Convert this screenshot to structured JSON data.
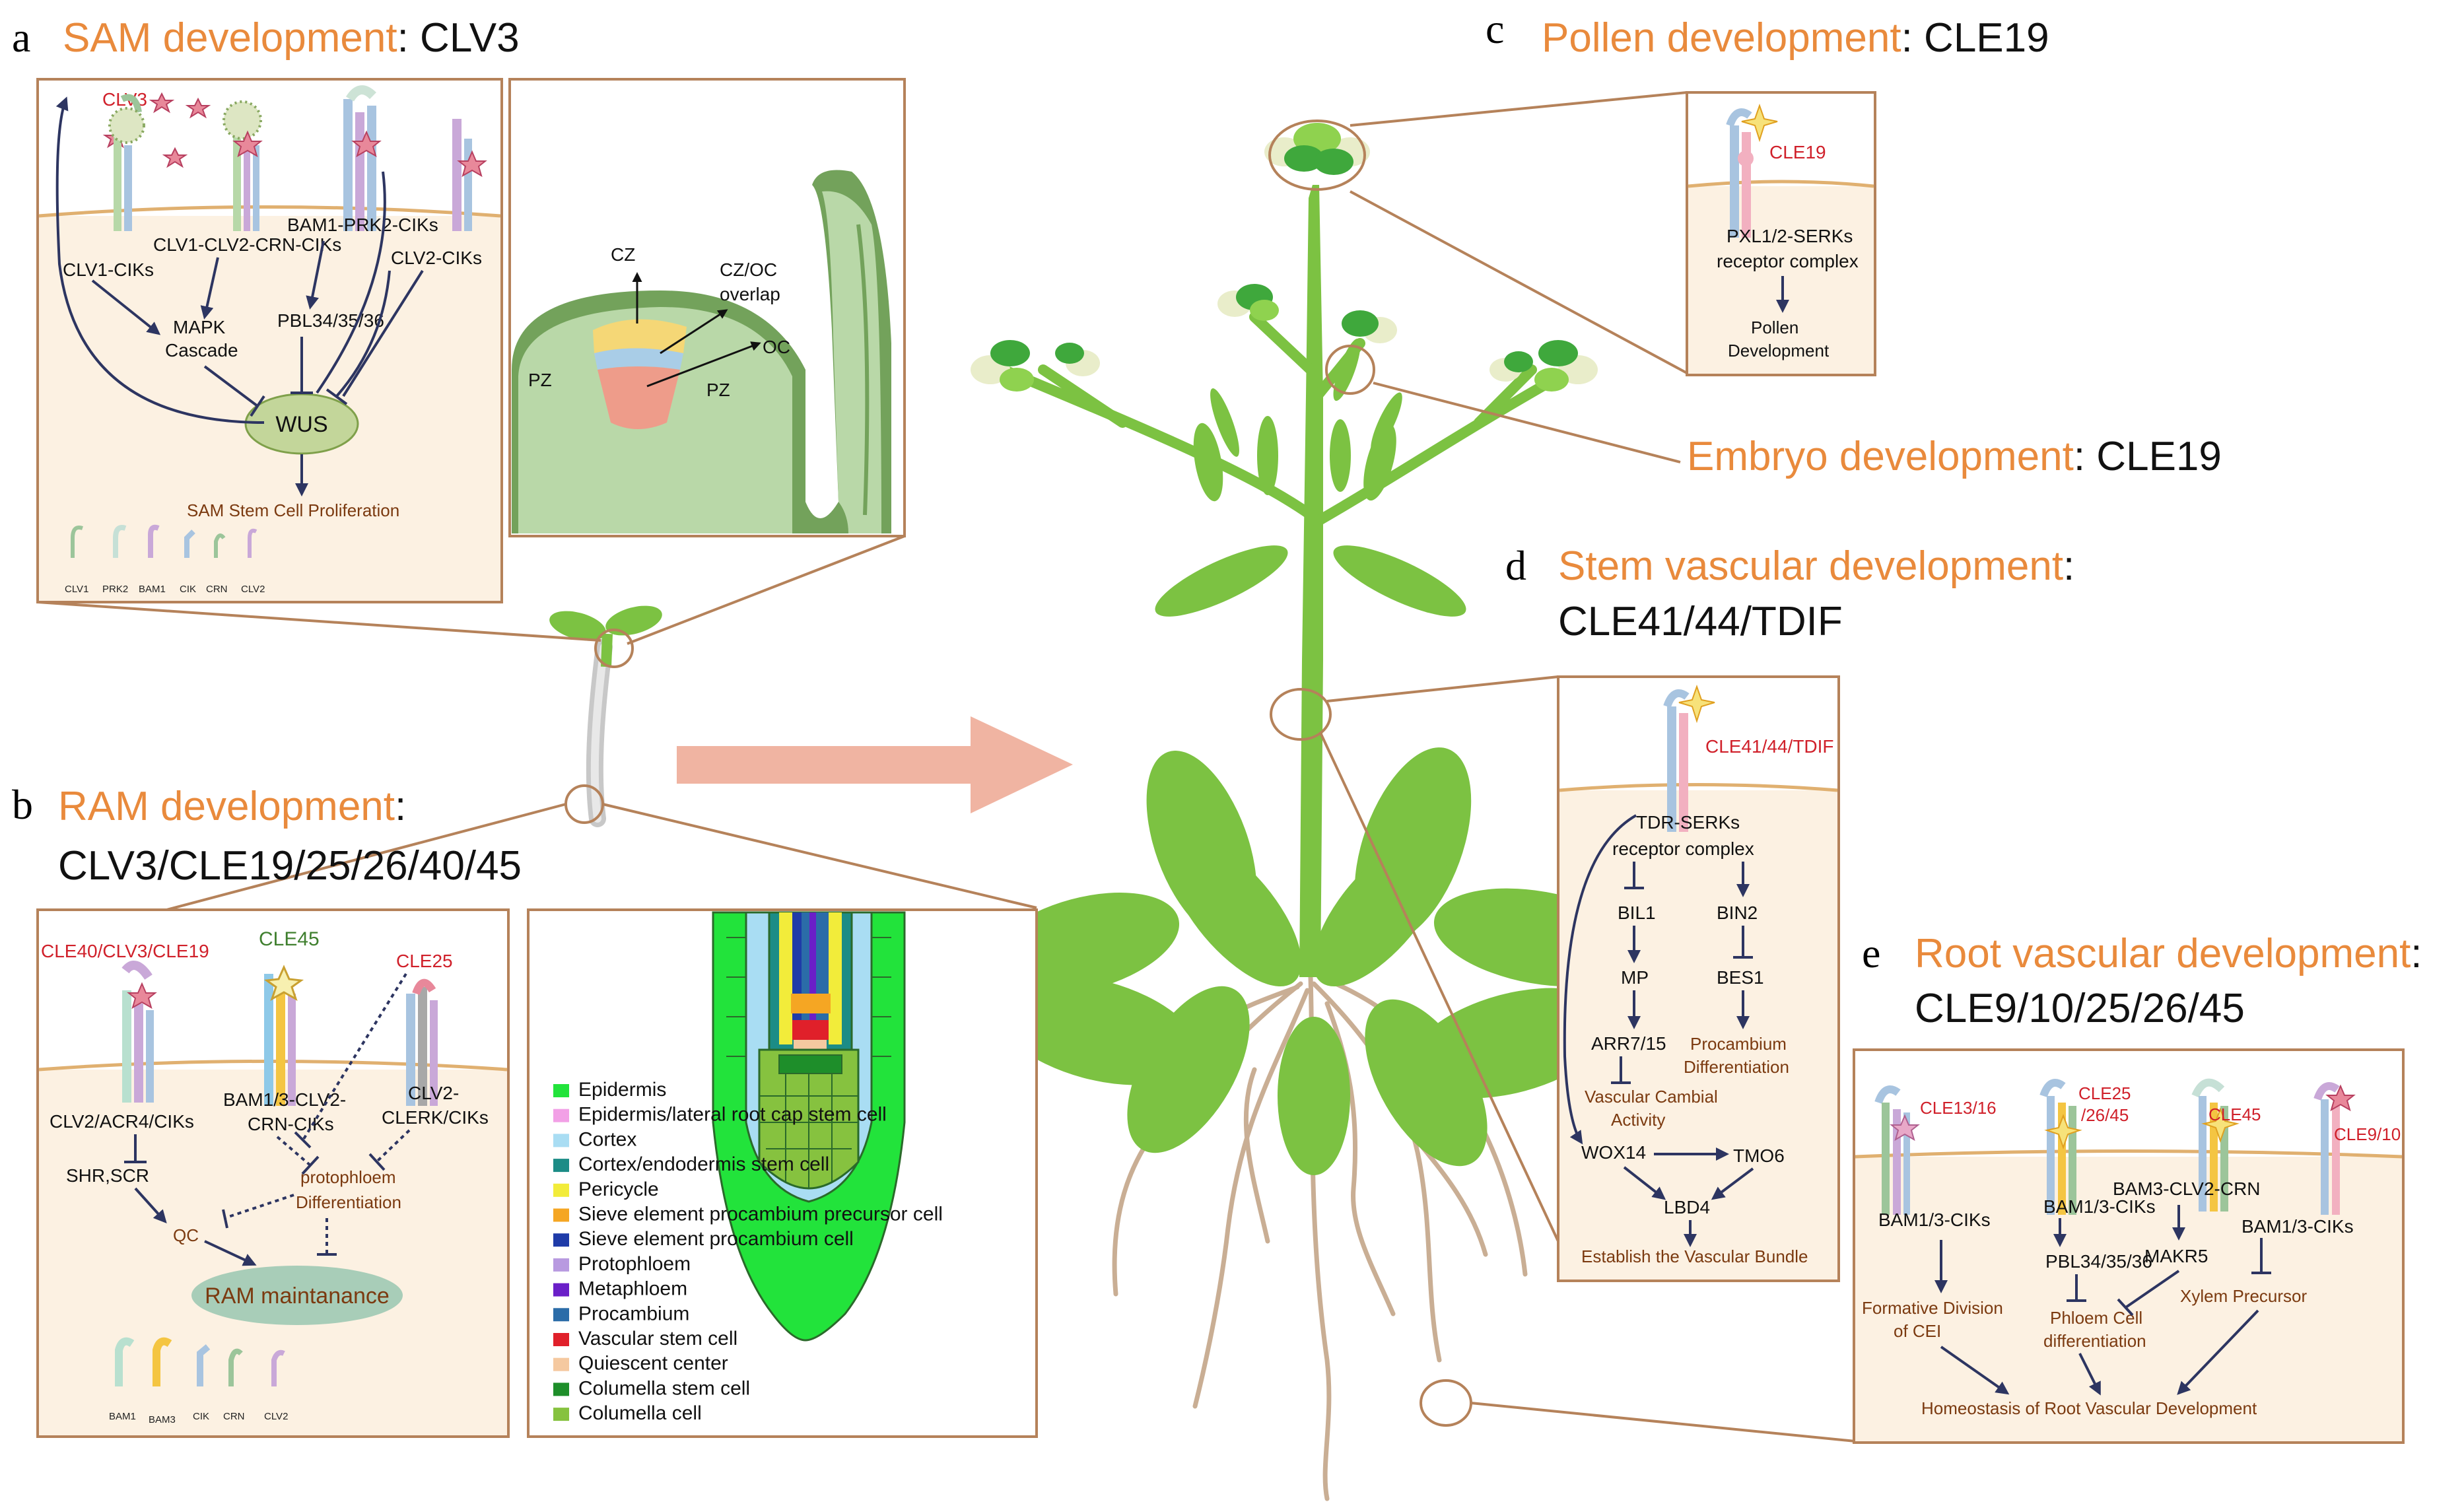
{
  "panels": {
    "a": {
      "letter": "a",
      "title": "SAM development",
      "colon": ": CLV3",
      "peptide": "CLV3",
      "receptors": [
        "CLV1-CIKs",
        "CLV1-CLV2-CRN-CIKs",
        "BAM1-PRK2-CIKs",
        "CLV2-CIKs"
      ],
      "mapk": [
        "MAPK",
        "Cascade"
      ],
      "pbl": "PBL34/35/36",
      "wus": "WUS",
      "outcome": "SAM Stem Cell Proliferation",
      "legend": [
        "CLV1",
        "PRK2",
        "BAM1",
        "CIK",
        "CRN",
        "CLV2"
      ],
      "zones": {
        "cz": "CZ",
        "czoc": [
          "CZ/OC",
          "overlap"
        ],
        "oc": "OC",
        "pz1": "PZ",
        "pz2": "PZ"
      }
    },
    "b": {
      "letter": "b",
      "title": "RAM development",
      "colon": ":",
      "line2": "CLV3/CLE19/25/26/40/45",
      "peptides": [
        "CLE40/CLV3/CLE19",
        "CLE45",
        "CLE25"
      ],
      "receptors": [
        "CLV2/ACR4/CIKs",
        [
          "BAM1/3-CLV2-",
          "CRN-CIKs"
        ],
        [
          "CLV2-",
          "CLERK/CIKs"
        ]
      ],
      "shr": "SHR,SCR",
      "qc": "QC",
      "proto": [
        "protophloem",
        "Differentiation"
      ],
      "outcome": "RAM maintanance",
      "legend": [
        "BAM1",
        "BAM3",
        "CIK",
        "CRN",
        "CLV2"
      ],
      "cell_legend": [
        {
          "label": "Epidermis",
          "color": "#22E33B"
        },
        {
          "label": "Epidermis/lateral root cap stem cell",
          "color": "#F2A0E6"
        },
        {
          "label": "Cortex",
          "color": "#A9DDF3"
        },
        {
          "label": "Cortex/endodermis stem cell",
          "color": "#1C8C86"
        },
        {
          "label": "Pericycle",
          "color": "#F2EC3A"
        },
        {
          "label": "Sieve element procambium precursor cell",
          "color": "#F5A623"
        },
        {
          "label": "Sieve element procambium cell",
          "color": "#1F3BA8"
        },
        {
          "label": "Protophloem",
          "color": "#B89AE0"
        },
        {
          "label": "Metaphloem",
          "color": "#6A1FC8"
        },
        {
          "label": "Procambium",
          "color": "#2B6CA8"
        },
        {
          "label": "Vascular stem cell",
          "color": "#E0202A"
        },
        {
          "label": "Quiescent center",
          "color": "#F5C9A0"
        },
        {
          "label": "Columella stem cell",
          "color": "#1E8E2A"
        },
        {
          "label": "Columella cell",
          "color": "#86C23F"
        }
      ]
    },
    "c": {
      "letter": "c",
      "title": "Pollen development",
      "colon": ": CLE19",
      "peptide": "CLE19",
      "receptor": [
        "PXL1/2-SERKs",
        "receptor complex"
      ],
      "outcome": [
        "Pollen",
        "Development"
      ]
    },
    "embryo": {
      "title": "Embryo development",
      "colon": ": CLE19"
    },
    "d": {
      "letter": "d",
      "title": "Stem vascular development",
      "colon": ":",
      "line2": "CLE41/44/TDIF",
      "peptide": "CLE41/44/TDIF",
      "receptor": [
        "TDR-SERKs",
        "receptor complex"
      ],
      "left": [
        "BIL1",
        "MP",
        "ARR7/15"
      ],
      "right": [
        "BIN2",
        "BES1"
      ],
      "procambium": [
        "Procambium",
        "Differentiation"
      ],
      "cambial": [
        "Vascular Cambial",
        "Activity"
      ],
      "wox": "WOX14",
      "tmo": "TMO6",
      "lbd": "LBD4",
      "outcome": "Establish the Vascular Bundle"
    },
    "e": {
      "letter": "e",
      "title": "Root vascular development",
      "colon": ":",
      "line2": "CLE9/10/25/26/45",
      "peptides": [
        "CLE13/16",
        "CLE25",
        "/26/45",
        "CLE45",
        "CLE9/10"
      ],
      "receptors": [
        "BAM1/3-CIKs",
        "BAM1/3-CIKs",
        "BAM3-CLV2-CRN",
        "BAM1/3-CIKs"
      ],
      "pbl": "PBL34/35/36",
      "makr": "MAKR5",
      "formative": [
        "Formative Division",
        "of CEI"
      ],
      "phloem": [
        "Phloem Cell",
        "differentiation"
      ],
      "xylem": "Xylem Precursor",
      "outcome": "Homeostasis of Root Vascular Development"
    }
  },
  "colors": {
    "orange_title": "#E98A3C",
    "box_border": "#B5825A",
    "box_fill": "#FCF1E2",
    "plant_green": "#7CC242",
    "arrow": "#F0B4A2",
    "root": "#C9AE94",
    "membrane": "#E0B070"
  }
}
